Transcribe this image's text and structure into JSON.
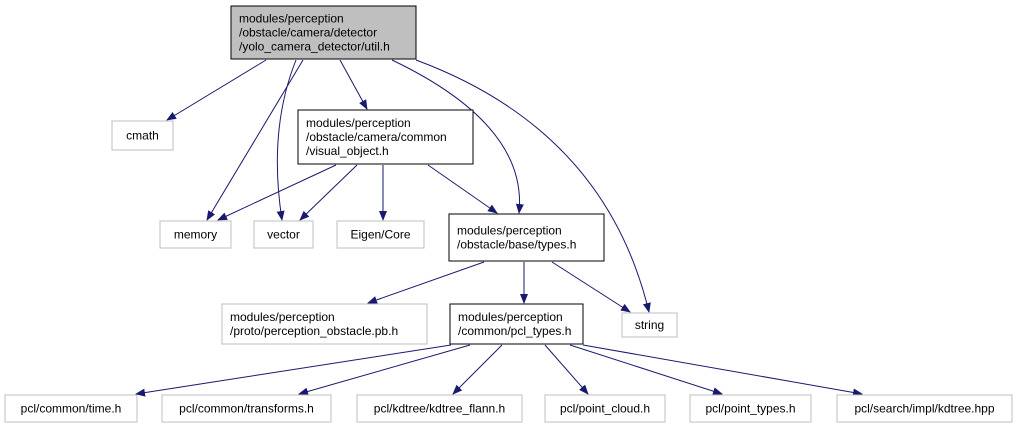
{
  "colors": {
    "edge": "#191970",
    "root_fill": "#bfbfbf",
    "root_border": "#000000",
    "internal_border": "#000000",
    "external_border": "#bfbfbf",
    "background": "#ffffff"
  },
  "nodes": [
    {
      "id": "util_h",
      "kind": "root",
      "lines": [
        "modules/perception",
        "/obstacle/camera/detector",
        "/yolo_camera_detector/util.h"
      ]
    },
    {
      "id": "cmath",
      "kind": "external",
      "lines": [
        "cmath"
      ]
    },
    {
      "id": "visual_object_h",
      "kind": "internal",
      "lines": [
        "modules/perception",
        "/obstacle/camera/common",
        "/visual_object.h"
      ]
    },
    {
      "id": "memory",
      "kind": "external",
      "lines": [
        "memory"
      ]
    },
    {
      "id": "vector",
      "kind": "external",
      "lines": [
        "vector"
      ]
    },
    {
      "id": "eigen_core",
      "kind": "external",
      "lines": [
        "Eigen/Core"
      ]
    },
    {
      "id": "types_h",
      "kind": "internal",
      "lines": [
        "modules/perception",
        "/obstacle/base/types.h"
      ]
    },
    {
      "id": "string",
      "kind": "external",
      "lines": [
        "string"
      ]
    },
    {
      "id": "perception_obstacle_pb",
      "kind": "external",
      "lines": [
        "modules/perception",
        "/proto/perception_obstacle.pb.h"
      ]
    },
    {
      "id": "pcl_types_h",
      "kind": "internal",
      "lines": [
        "modules/perception",
        "/common/pcl_types.h"
      ]
    },
    {
      "id": "pcl_time",
      "kind": "external",
      "lines": [
        "pcl/common/time.h"
      ]
    },
    {
      "id": "pcl_transforms",
      "kind": "external",
      "lines": [
        "pcl/common/transforms.h"
      ]
    },
    {
      "id": "pcl_kdtree_flann",
      "kind": "external",
      "lines": [
        "pcl/kdtree/kdtree_flann.h"
      ]
    },
    {
      "id": "pcl_point_cloud",
      "kind": "external",
      "lines": [
        "pcl/point_cloud.h"
      ]
    },
    {
      "id": "pcl_point_types",
      "kind": "external",
      "lines": [
        "pcl/point_types.h"
      ]
    },
    {
      "id": "pcl_search_kdtree",
      "kind": "external",
      "lines": [
        "pcl/search/impl/kdtree.hpp"
      ]
    }
  ],
  "edges": [
    {
      "from": "util_h",
      "to": "cmath"
    },
    {
      "from": "util_h",
      "to": "visual_object_h"
    },
    {
      "from": "util_h",
      "to": "memory"
    },
    {
      "from": "util_h",
      "to": "vector"
    },
    {
      "from": "util_h",
      "to": "types_h"
    },
    {
      "from": "util_h",
      "to": "string"
    },
    {
      "from": "visual_object_h",
      "to": "memory"
    },
    {
      "from": "visual_object_h",
      "to": "vector"
    },
    {
      "from": "visual_object_h",
      "to": "eigen_core"
    },
    {
      "from": "visual_object_h",
      "to": "types_h"
    },
    {
      "from": "types_h",
      "to": "perception_obstacle_pb"
    },
    {
      "from": "types_h",
      "to": "pcl_types_h"
    },
    {
      "from": "types_h",
      "to": "string"
    },
    {
      "from": "pcl_types_h",
      "to": "pcl_time"
    },
    {
      "from": "pcl_types_h",
      "to": "pcl_transforms"
    },
    {
      "from": "pcl_types_h",
      "to": "pcl_kdtree_flann"
    },
    {
      "from": "pcl_types_h",
      "to": "pcl_point_cloud"
    },
    {
      "from": "pcl_types_h",
      "to": "pcl_point_types"
    },
    {
      "from": "pcl_types_h",
      "to": "pcl_search_kdtree"
    }
  ]
}
